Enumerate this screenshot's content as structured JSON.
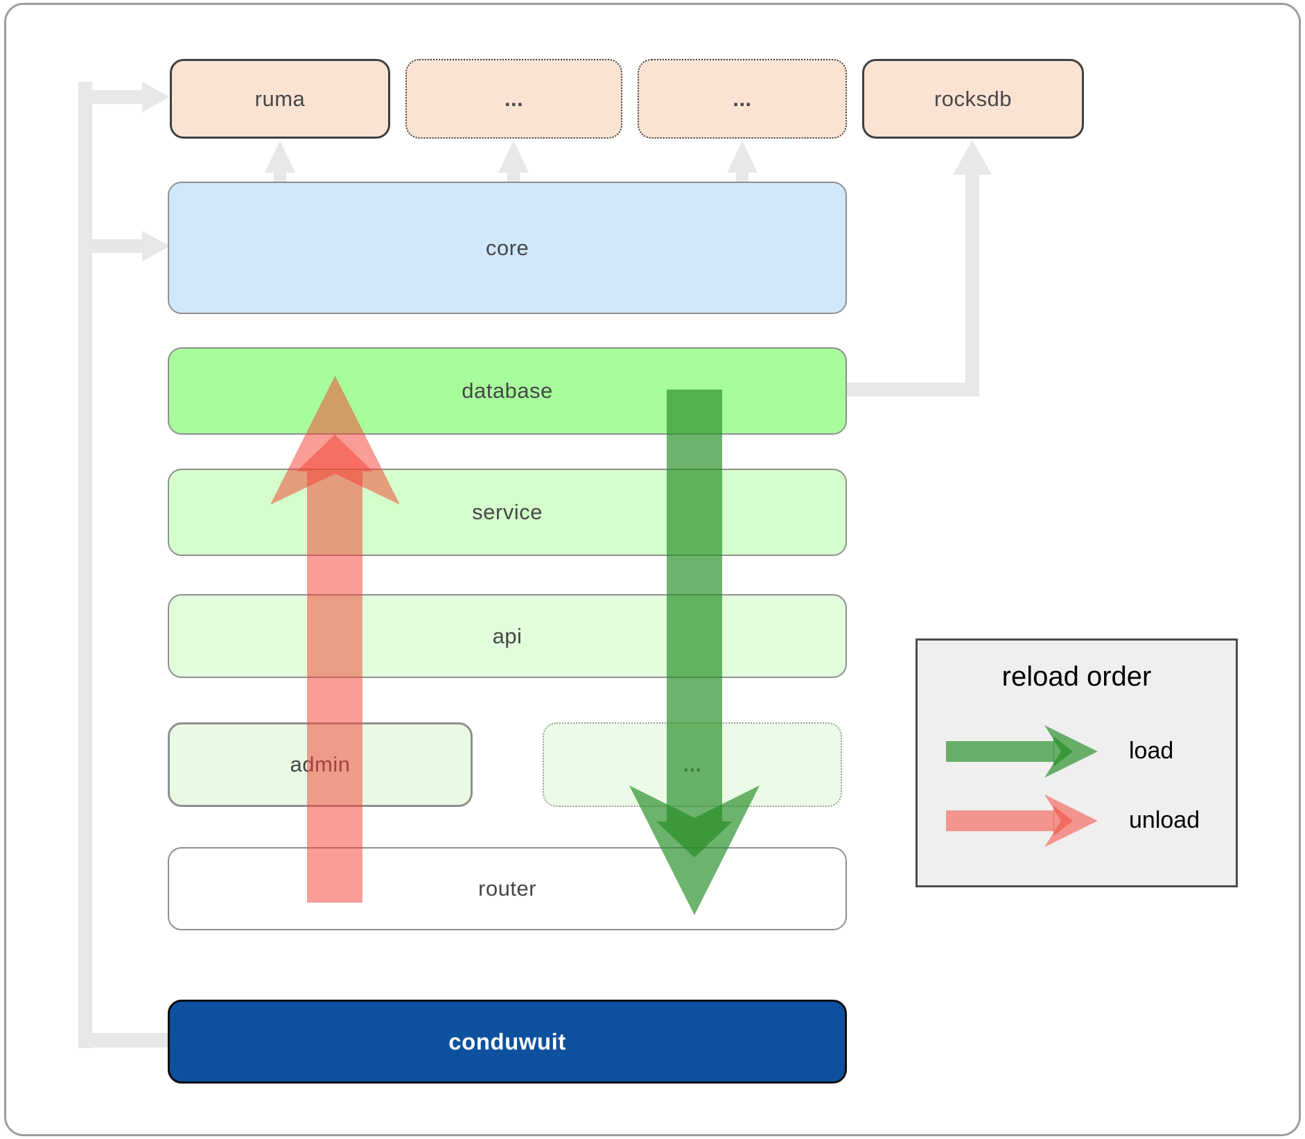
{
  "nodes": {
    "ruma": {
      "label": "ruma"
    },
    "ellipsis_top_1": {
      "label": "..."
    },
    "ellipsis_top_2": {
      "label": "..."
    },
    "rocksdb": {
      "label": "rocksdb"
    },
    "core": {
      "label": "core"
    },
    "database": {
      "label": "database"
    },
    "service": {
      "label": "service"
    },
    "api": {
      "label": "api"
    },
    "admin": {
      "label": "admin"
    },
    "ellipsis_mid": {
      "label": "..."
    },
    "router": {
      "label": "router"
    },
    "conduwuit": {
      "label": "conduwuit"
    }
  },
  "legend": {
    "title": "reload order",
    "items": [
      {
        "label": "load",
        "color": "#228b22",
        "direction": "down"
      },
      {
        "label": "unload",
        "color": "#f44336",
        "direction": "up"
      }
    ]
  },
  "colors": {
    "dependency_fill": "#fbe3d3",
    "core_fill": "#d1e7fa",
    "database_fill": "#a7fd9c",
    "service_fill": "#d4fdcb",
    "api_fill": "#e2fddb",
    "admin_fill": "#e9fae4",
    "router_fill": "#ffffff",
    "conduwuit_fill": "#0d519e",
    "connector_gray": "#e7e7e7",
    "load_arrow_green": "#228b22",
    "unload_arrow_red": "#f44336",
    "legend_bg": "#efefef"
  }
}
